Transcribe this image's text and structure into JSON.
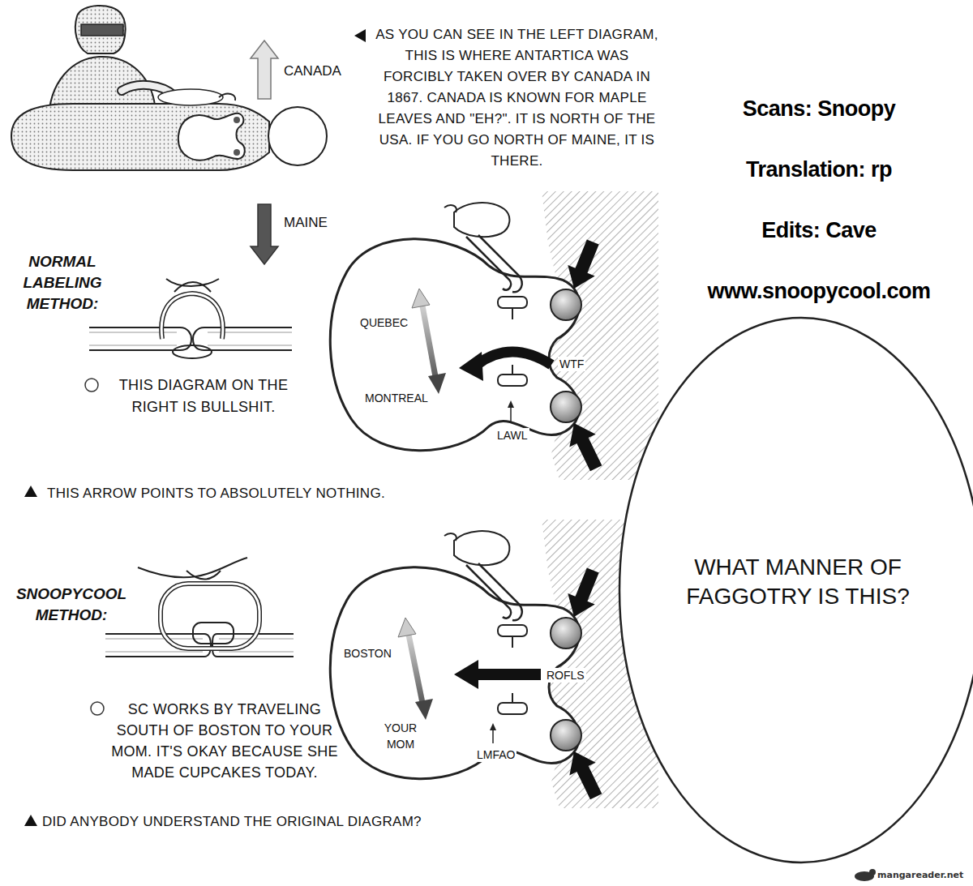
{
  "diagram": {
    "nodes": [
      {
        "text": [
          "WHAT MANNER OF FAGGOTRY IS THIS?"
        ]
      }
    ],
    "labels": [
      "AS YOU CAN SEE IN THE LEFT DIAGRAM, THIS IS WHERE ANTARTICA WAS FORCIBLY TAKEN OVER BY CANADA IN 1867. CANADA IS KNOWN FOR MAPLE LEAVES AND \"EH?\". IT IS NORTH OF THE USA. IF YOU GO NORTH OF MAINE, IT IS THERE.",
      "CANADA",
      "MAINE",
      "Scans: Snoopy",
      "Translation: rp",
      "Edits: Cave",
      "www.snoopycool.com",
      "NORMAL LABELING METHOD:",
      "QUEBEC",
      "MONTREAL",
      "WTF",
      "LAWL",
      "THIS DIAGRAM ON THE RIGHT IS BULLSHIT.",
      "THIS ARROW POINTS TO ABSOLUTELY NOTHING.",
      "SNOOPYCOOL METHOD:",
      "BOSTON",
      "YOUR MOM",
      "ROFLS",
      "LMFAO",
      "SC WORKS BY TRAVELING SOUTH OF BOSTON TO YOUR MOM. IT'S OKAY BECAUSE SHE MADE CUPCAKES TODAY.",
      "DID ANYBODY UNDERSTAND THE ORIGINAL DIAGRAM?",
      "mangareader.net"
    ]
  }
}
